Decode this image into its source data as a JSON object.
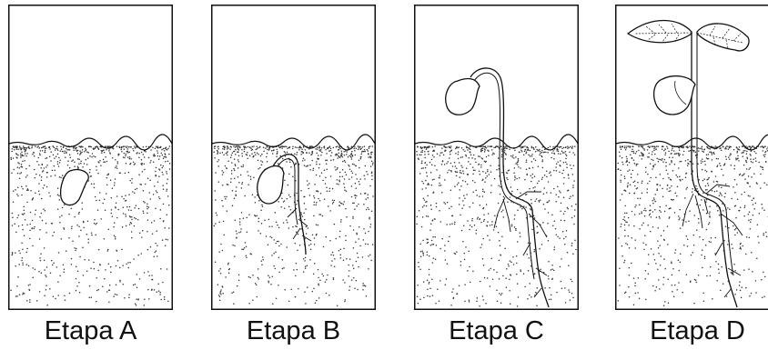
{
  "stages": [
    {
      "id": "A",
      "label": "Etapa A"
    },
    {
      "id": "B",
      "label": "Etapa B"
    },
    {
      "id": "C",
      "label": "Etapa C"
    },
    {
      "id": "D",
      "label": "Etapa D"
    }
  ],
  "colors": {
    "line": "#111111",
    "soil_dots": "#333333",
    "background": "#ffffff"
  }
}
